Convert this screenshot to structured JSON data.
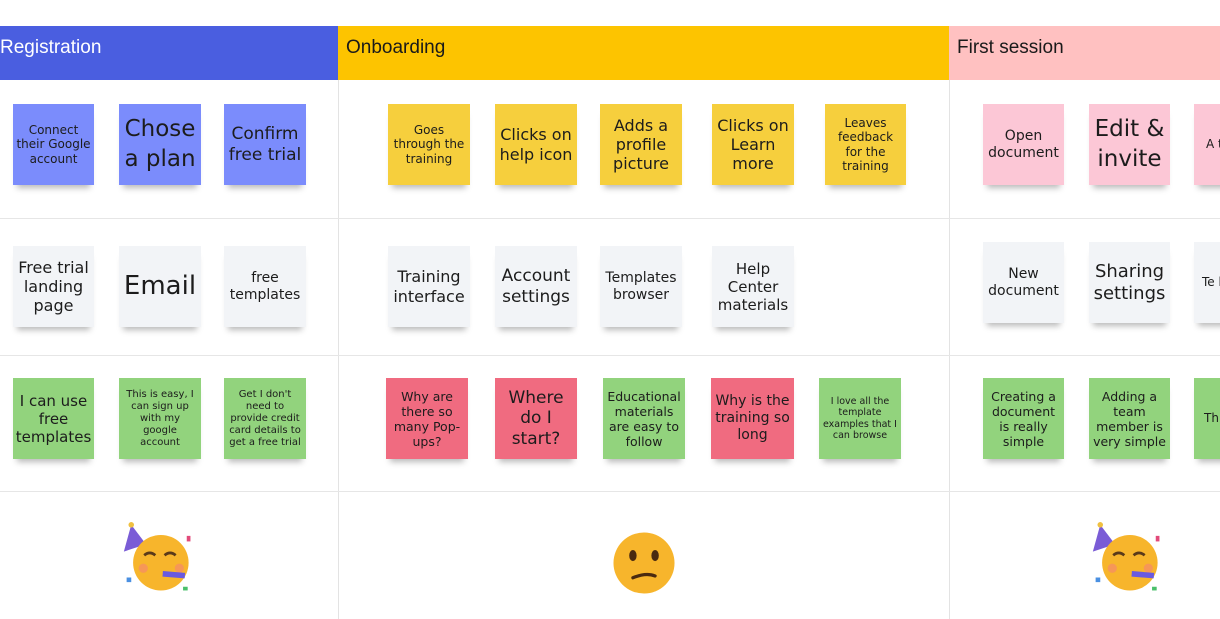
{
  "stages": [
    {
      "label": "Registration",
      "color": "#4a5ee0"
    },
    {
      "label": "Onboarding",
      "color": "#fdc400"
    },
    {
      "label": "First session",
      "color": "#ffc1c1"
    }
  ],
  "rows": {
    "actions": {
      "registration": [
        "Connect their Google account",
        "Chose a plan",
        "Confirm free trial"
      ],
      "onboarding": [
        "Goes through the training",
        "Clicks on help icon",
        "Adds a profile picture",
        "Clicks on Learn more",
        "Leaves feedback for the training"
      ],
      "first_session": [
        "Open document",
        "Edit & invite",
        "A te"
      ]
    },
    "touchpoints": {
      "registration": [
        "Free trial landing page",
        "Email",
        "free templates"
      ],
      "onboarding": [
        "Training interface",
        "Account settings",
        "Templates browser",
        "Help Center materials"
      ],
      "first_session": [
        "New document",
        "Sharing settings",
        "Te br"
      ]
    },
    "thoughts": {
      "registration": [
        "I can use free templates",
        "This is easy, I can sign up with my google account",
        "Get I don't need to provide credit card details to get a free trial"
      ],
      "onboarding": [
        "Why are there so many Pop-ups?",
        "Where do I start?",
        "Educational materials are easy to follow",
        "Why is the training so long",
        "I love all the template examples that I can browse"
      ],
      "first_session": [
        "Creating a document is really simple",
        "Adding a team member is very simple",
        "Th tem cho"
      ]
    }
  },
  "emotions": [
    "partying-face-icon",
    "confused-face-icon",
    "partying-face-icon"
  ]
}
